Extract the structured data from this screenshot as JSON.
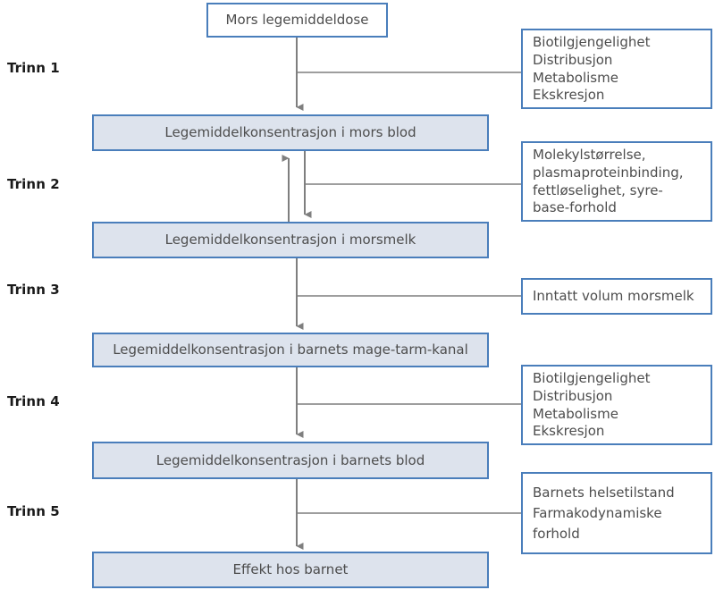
{
  "diagram": {
    "title_box": {
      "label": "Mors legemiddeldose"
    },
    "steps": [
      {
        "id": "trinn-1",
        "label": "Trinn 1"
      },
      {
        "id": "trinn-2",
        "label": "Trinn 2"
      },
      {
        "id": "trinn-3",
        "label": "Trinn 3"
      },
      {
        "id": "trinn-4",
        "label": "Trinn 4"
      },
      {
        "id": "trinn-5",
        "label": "Trinn 5"
      }
    ],
    "flow_boxes": [
      {
        "id": "mors-dose",
        "label": "Mors legemiddeldose"
      },
      {
        "id": "mors-blod",
        "label": "Legemiddelkonsentrasjon i mors blod"
      },
      {
        "id": "morsmelk",
        "label": "Legemiddelkonsentrasjon i morsmelk"
      },
      {
        "id": "barnets-mage-tarm",
        "label": "Legemiddelkonsentrasjon i barnets mage-tarm-kanal"
      },
      {
        "id": "barnets-blod",
        "label": "Legemiddelkonsentrasjon i barnets blod"
      },
      {
        "id": "effekt",
        "label": "Effekt hos barnet"
      }
    ],
    "side_boxes": [
      {
        "id": "faktorer-trinn-1",
        "lines": [
          "Biotilgjengelighet",
          "Distribusjon",
          "Metabolisme",
          "Ekskresjon"
        ]
      },
      {
        "id": "faktorer-trinn-2",
        "lines": [
          "Molekylstørrelse,",
          "plasmaproteinbinding,",
          "fettløselighet, syre-",
          "base-forhold"
        ]
      },
      {
        "id": "faktorer-trinn-3",
        "lines": [
          "Inntatt volum morsmelk"
        ]
      },
      {
        "id": "faktorer-trinn-4",
        "lines": [
          "Biotilgjengelighet",
          "Distribusjon",
          "Metabolisme",
          "Ekskresjon"
        ]
      },
      {
        "id": "faktorer-trinn-5",
        "lines": [
          "Barnets helsetilstand",
          "Farmakodynamiske",
          "forhold"
        ]
      }
    ],
    "colors": {
      "box_fill": "#dde3ed",
      "box_border": "#4a7ebb",
      "arrow": "#7f7f7f",
      "text": "#4d4d4d",
      "label_text": "#1a1a1a"
    }
  }
}
